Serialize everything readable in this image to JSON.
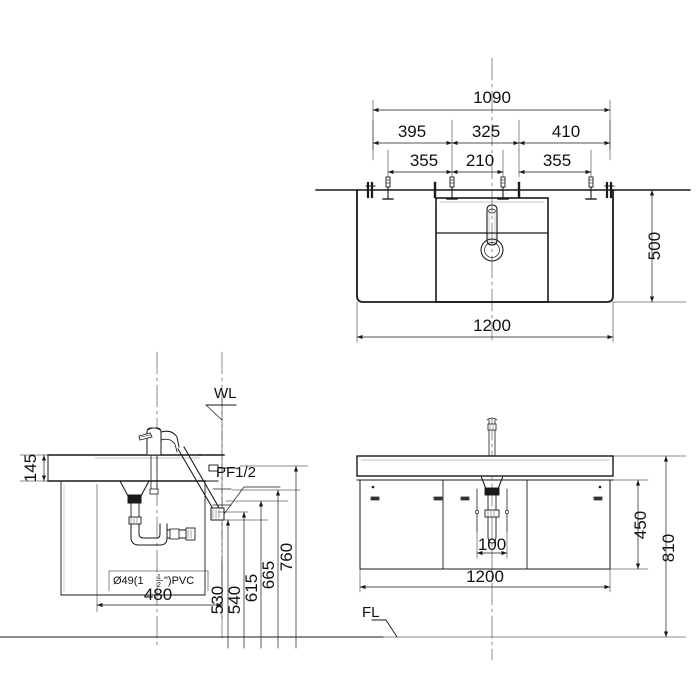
{
  "drawing": {
    "type": "technical-drawing",
    "subject": "Wall-hung bathroom vanity cabinet with washbasin",
    "units": "mm",
    "line_color": "#1a1a1a",
    "background_color": "#ffffff"
  },
  "top_view": {
    "name": "plan-view",
    "dimensions": {
      "overall_width": "1090",
      "seg_a": "395",
      "seg_b": "325",
      "seg_c": "410",
      "seg_d": "355",
      "seg_e": "210",
      "seg_f": "355",
      "depth": "500",
      "counter_width": "1200"
    }
  },
  "side_view": {
    "name": "section-side-view",
    "labels": {
      "water_line": "WL",
      "thread": "PF1/2",
      "drain_pipe": "Ø49(1",
      "drain_pipe_frac_num": "1",
      "drain_pipe_frac_den": "2",
      "drain_pipe_tail": "\")PVC"
    },
    "dimensions": {
      "counter_thickness": "145",
      "depth": "480",
      "h1": "530",
      "h2": "540",
      "h3": "615",
      "h4": "665",
      "h5": "760"
    }
  },
  "front_view": {
    "name": "elevation-front-view",
    "labels": {
      "floor_line": "FL"
    },
    "dimensions": {
      "trap_width": "100",
      "cabinet_width": "1200",
      "cabinet_height": "450",
      "overall_height": "810"
    }
  }
}
